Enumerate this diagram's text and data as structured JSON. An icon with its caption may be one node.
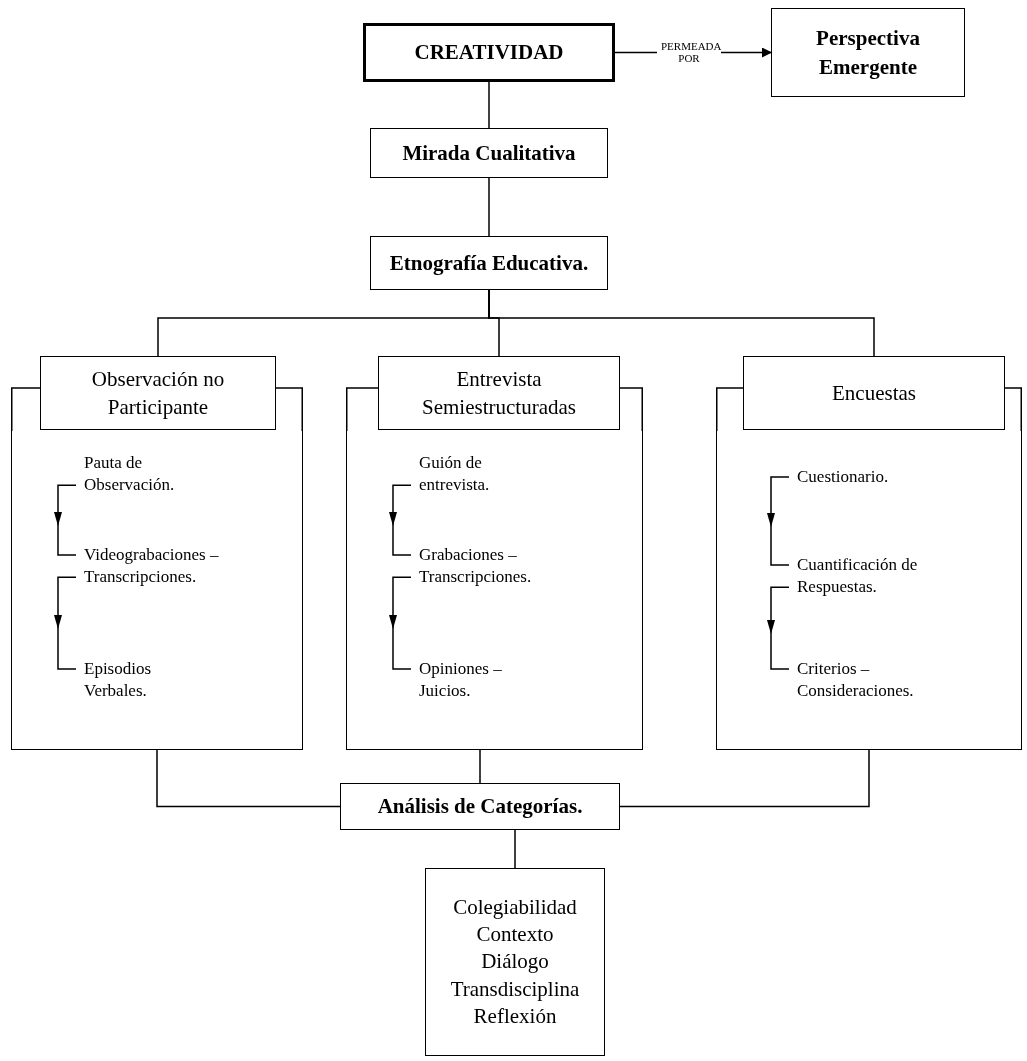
{
  "diagram": {
    "nodes": [
      {
        "text": [
          "CREATIVIDAD"
        ]
      },
      {
        "text": [
          "Perspectiva Emergente"
        ]
      },
      {
        "text": [
          "Mirada Cualitativa"
        ]
      },
      {
        "text": [
          "**Etnografía Educativa**."
        ]
      },
      {
        "text": [
          "Observación no Participante"
        ]
      },
      {
        "text": [
          "Entrevista Semiestructuradas"
        ]
      },
      {
        "text": [
          "Encuestas"
        ]
      },
      {
        "text": [],
        "shape": "box"
      },
      {
        "text": [
          "Pauta de Observación."
        ],
        "in": 7
      },
      {
        "text": [
          "Videograbaciones – Transcripciones."
        ],
        "in": 7
      },
      {
        "text": [
          "Episodios Verbales."
        ],
        "in": 7
      },
      {
        "text": [],
        "shape": "box"
      },
      {
        "text": [
          "Guión de entrevista."
        ],
        "in": 11
      },
      {
        "text": [
          "Grabaciones – Transcripciones."
        ],
        "in": 11
      },
      {
        "text": [
          "Opiniones – Juicios."
        ],
        "in": 11
      },
      {
        "text": [],
        "shape": "box"
      },
      {
        "text": [
          "Cuestionario."
        ],
        "in": 15
      },
      {
        "text": [
          "Cuantificación de Respuestas."
        ],
        "in": 15
      },
      {
        "text": [
          "Criterios – Consideraciones."
        ],
        "in": 15
      },
      {
        "text": [
          "Análisis de Categorías."
        ]
      },
      {
        "text": [
          "Colegiabilidad",
          "Contexto",
          "Diálogo",
          "Transdisciplina",
          "Reflexión"
        ]
      }
    ],
    "edges": [
      {
        "from": 0,
        "to": 1,
        "arrow": "to",
        "label": "PERMEADA POR"
      },
      {
        "from": 0,
        "to": 2,
        "arrow": "none"
      },
      {
        "from": 2,
        "to": 3,
        "arrow": "none"
      },
      {
        "from": 3,
        "to": 4,
        "arrow": "none"
      },
      {
        "from": 3,
        "to": 5,
        "arrow": "none"
      },
      {
        "from": 3,
        "to": 6,
        "arrow": "none"
      },
      {
        "from": 8,
        "to": 9,
        "arrow": "to"
      },
      {
        "from": 9,
        "to": 10,
        "arrow": "to"
      },
      {
        "from": 12,
        "to": 13,
        "arrow": "to"
      },
      {
        "from": 13,
        "to": 14,
        "arrow": "to"
      },
      {
        "from": 16,
        "to": 17,
        "arrow": "to"
      },
      {
        "from": 17,
        "to": 18,
        "arrow": "to"
      },
      {
        "from": 7,
        "to": 19,
        "arrow": "none"
      },
      {
        "from": 11,
        "to": 19,
        "arrow": "none"
      },
      {
        "from": 15,
        "to": 19,
        "arrow": "none"
      },
      {
        "from": 19,
        "to": 20,
        "arrow": "none"
      }
    ]
  }
}
